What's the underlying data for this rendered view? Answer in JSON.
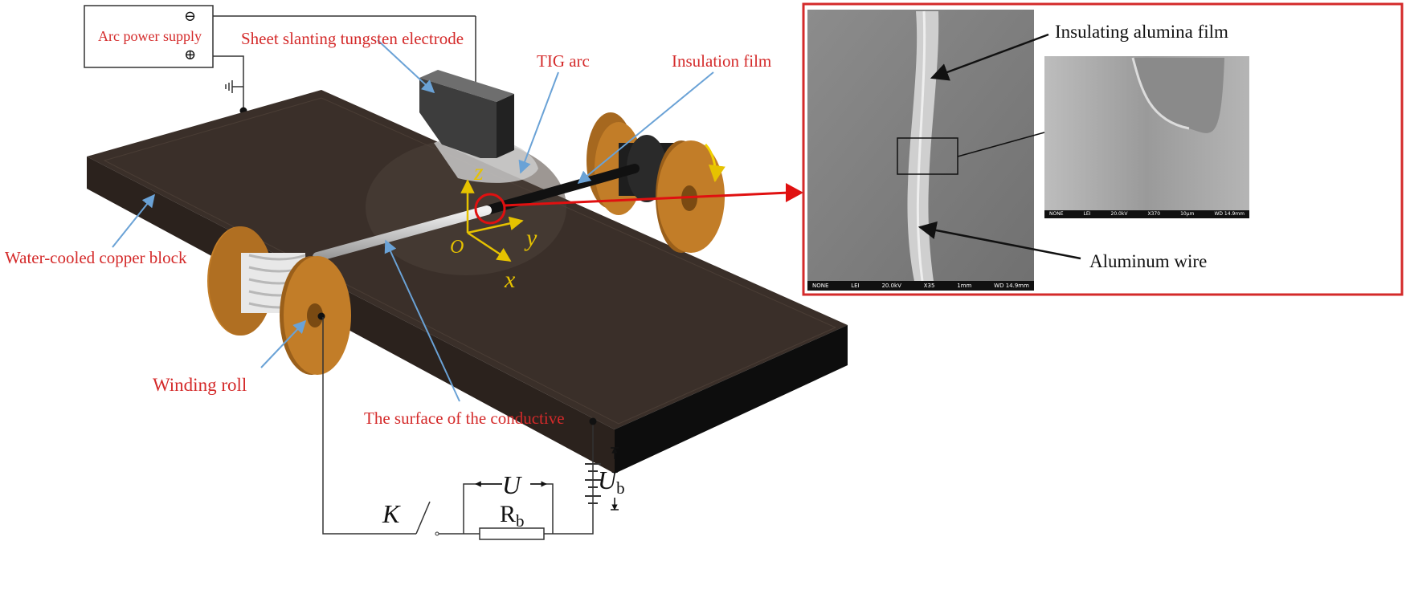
{
  "labels": {
    "power_supply": "Arc power supply",
    "electrode": "Sheet slanting tungsten electrode",
    "tig_arc": "TIG arc",
    "insulation_film": "Insulation film",
    "copper_block": "Water-cooled copper block",
    "winding_roll": "Winding roll",
    "conductive_surface": "The surface of the conductive",
    "insulating_alumina_film": "Insulating alumina film",
    "aluminum_wire": "Aluminum wire"
  },
  "power_supply_terminals": {
    "negative": "⊖",
    "positive": "⊕"
  },
  "axes": {
    "z": "z",
    "y": "y",
    "x": "x",
    "origin": "O"
  },
  "circuit": {
    "switch": "K",
    "voltage": "U",
    "battery_voltage": "U",
    "battery_voltage_sub": "b",
    "resistor": "R",
    "resistor_sub": "b"
  },
  "sem_large": {
    "footer": [
      "NONE",
      "LEI",
      "20.0kV",
      "X35",
      "1mm",
      "WD 14.9mm"
    ]
  },
  "sem_small": {
    "footer": [
      "NONE",
      "LEI",
      "20.0kV",
      "X370",
      "10μm",
      "WD 14.9mm"
    ]
  },
  "colors": {
    "label_red": "#d42a2a",
    "arrow_blue": "#6aa2d6",
    "axis_yellow": "#e6c200",
    "copper_block": "#3a2f29",
    "spool_orange": "#c27d28",
    "frame_red": "#d42a2a"
  }
}
